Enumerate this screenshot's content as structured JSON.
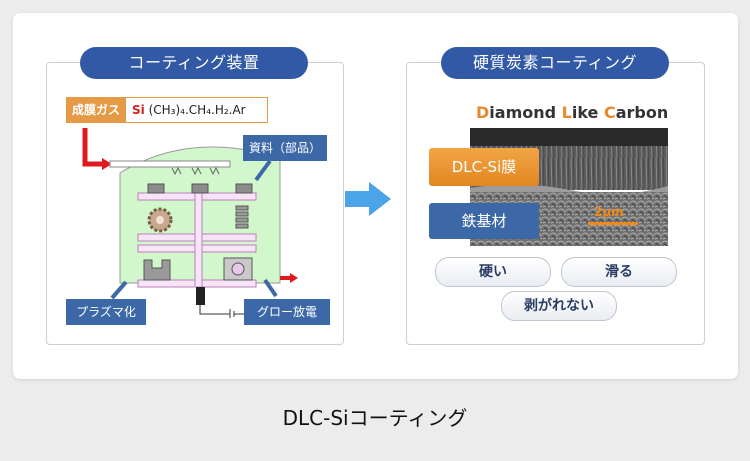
{
  "caption": "DLC-Siコーティング",
  "left_panel": {
    "title": "コーティング装置",
    "gas_label": "成膜ガス",
    "gas_formula_si": "Si",
    "gas_formula_rest": "(CH₃)₄.CH₄.H₂.Ar",
    "callouts": {
      "material": "資料（部品）",
      "plasma": "プラズマ化",
      "glow": "グロー放電"
    }
  },
  "right_panel": {
    "title": "硬質炭素コーティング",
    "dlc_title": {
      "d": "D",
      "iamond": "iamond ",
      "l": "L",
      "ike": "ike ",
      "c": "C",
      "arbon": "arbon"
    },
    "layer_dlc": "DLC-Si膜",
    "layer_base": "鉄基材",
    "scale_label": "2μm",
    "properties": [
      "硬い",
      "滑る",
      "剥がれない"
    ]
  },
  "colors": {
    "panel_title_bg": "#3259a6",
    "gas_label_bg": "#e59a45",
    "dlc_layer_bg": "#e8922f",
    "base_layer_bg": "#3d68a8",
    "arrow_blue": "#4ba3e8",
    "chamber_green": "#d3f7cc",
    "rack_pink": "#e6b9e6",
    "red_arrow": "#e0191e"
  },
  "icons": [
    "flow-arrow-icon",
    "gas-inlet-arrow-icon",
    "exhaust-arrow-icon",
    "gear-part-icon",
    "bolt-part-icon"
  ]
}
